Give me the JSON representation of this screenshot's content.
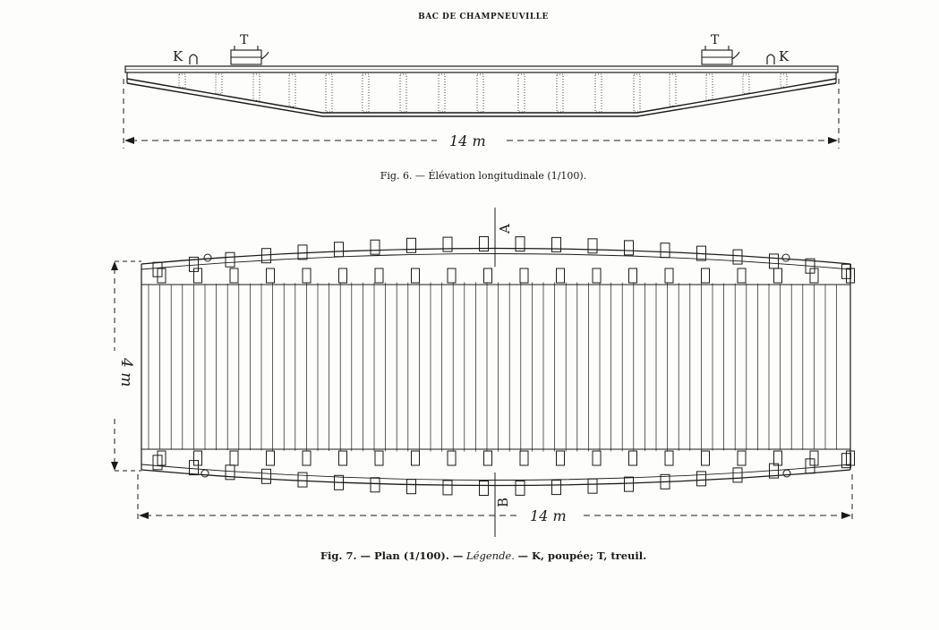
{
  "header": {
    "title": "BAC DE CHAMPNEUVILLE"
  },
  "fig6": {
    "caption": "Fig. 6. — Élévation longitudinale (1/100).",
    "labels": {
      "k": "K",
      "t": "T"
    },
    "length_label": "14 m"
  },
  "fig7": {
    "caption_bold": "Fig. 7. — Plan (1/100). —",
    "caption_ital": "Légende.",
    "caption_tail": "— K, poupée; T, treuil.",
    "length_label": "14 m",
    "width_label": "4 m",
    "section_a": "A",
    "section_b": "B"
  }
}
